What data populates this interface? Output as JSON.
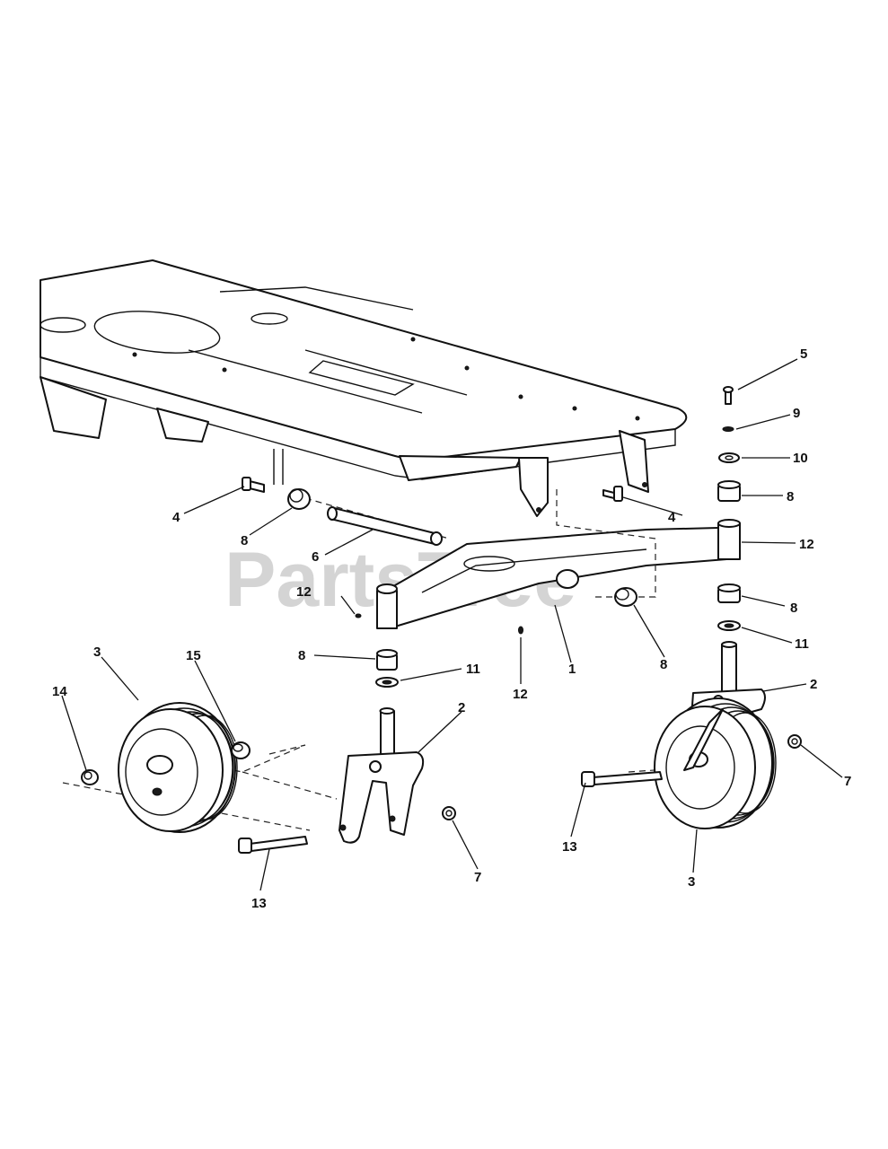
{
  "watermark": "PartsTree",
  "callouts": [
    {
      "id": "label-5-top",
      "text": "5"
    },
    {
      "id": "label-9",
      "text": "9"
    },
    {
      "id": "label-10",
      "text": "10"
    },
    {
      "id": "label-8-right-upper",
      "text": "8"
    },
    {
      "id": "label-12-right",
      "text": "12"
    },
    {
      "id": "label-4-left",
      "text": "4"
    },
    {
      "id": "label-4-right",
      "text": "4"
    },
    {
      "id": "label-8-left-bushing",
      "text": "8"
    },
    {
      "id": "label-6",
      "text": "6"
    },
    {
      "id": "label-12-left",
      "text": "12"
    },
    {
      "id": "label-8-right-lower",
      "text": "8"
    },
    {
      "id": "label-11-right",
      "text": "11"
    },
    {
      "id": "label-1",
      "text": "1"
    },
    {
      "id": "label-8-axle",
      "text": "8"
    },
    {
      "id": "label-8-left-spindle",
      "text": "8"
    },
    {
      "id": "label-11-left",
      "text": "11"
    },
    {
      "id": "label-12-center",
      "text": "12"
    },
    {
      "id": "label-3-left",
      "text": "3"
    },
    {
      "id": "label-15",
      "text": "15"
    },
    {
      "id": "label-14",
      "text": "14"
    },
    {
      "id": "label-2-left",
      "text": "2"
    },
    {
      "id": "label-2-right",
      "text": "2"
    },
    {
      "id": "label-7-right",
      "text": "7"
    },
    {
      "id": "label-7-left",
      "text": "7"
    },
    {
      "id": "label-13-left",
      "text": "13"
    },
    {
      "id": "label-13-right",
      "text": "13"
    },
    {
      "id": "label-3-right",
      "text": "3"
    }
  ]
}
